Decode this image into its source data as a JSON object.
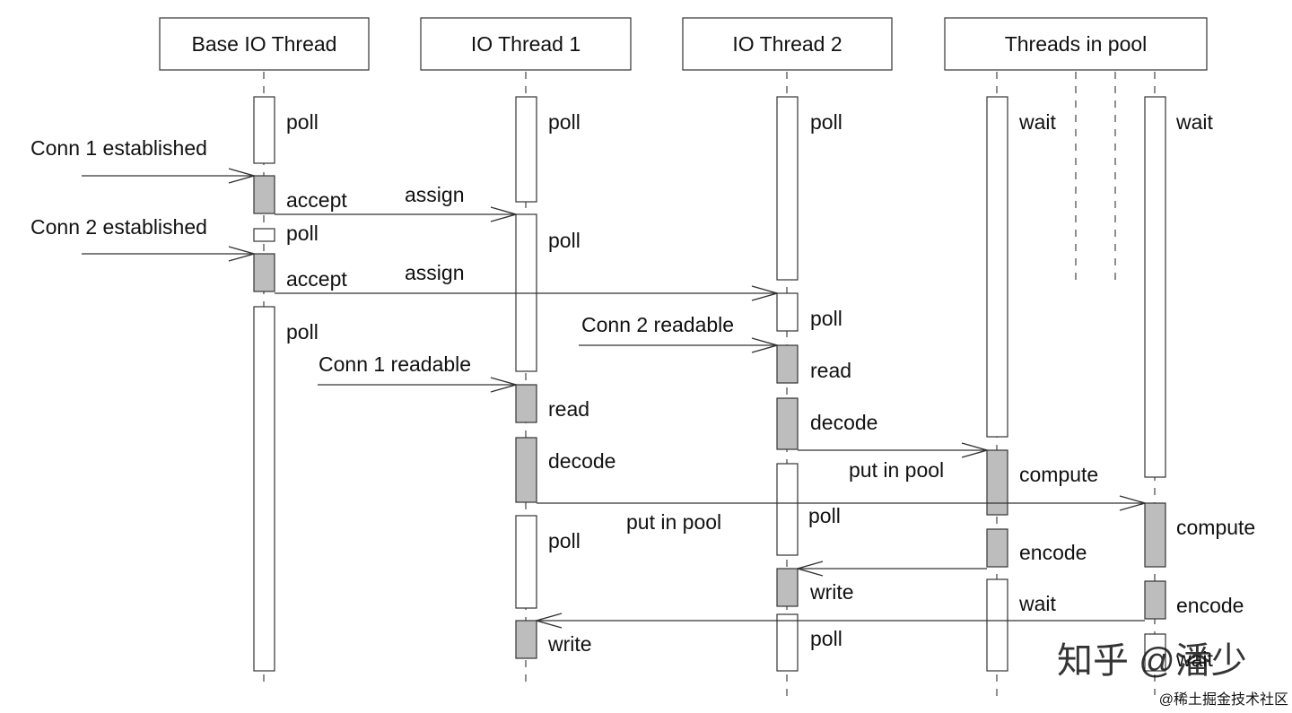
{
  "colors": {
    "line": "#333333",
    "active_fill": "#bdbdbd",
    "idle_fill": "#ffffff",
    "text": "#111111",
    "watermark": "#cfcfcf"
  },
  "headers": {
    "base_io_thread": "Base IO Thread",
    "io_thread_1": "IO Thread 1",
    "io_thread_2": "IO Thread 2",
    "threads_in_pool": "Threads in pool"
  },
  "labels": {
    "base_poll_1": "poll",
    "base_accept_1": "accept",
    "base_poll_2": "poll",
    "base_accept_2": "accept",
    "base_poll_3": "poll",
    "t1_poll_1": "poll",
    "t1_poll_2": "poll",
    "t1_read": "read",
    "t1_decode": "decode",
    "t1_poll_3": "poll",
    "t1_write": "write",
    "t2_poll_1": "poll",
    "t2_poll_2": "poll",
    "t2_read": "read",
    "t2_decode": "decode",
    "t2_poll_3": "poll",
    "t2_write": "write",
    "t2_poll_4": "poll",
    "p1_wait_1": "wait",
    "p1_compute": "compute",
    "p1_encode": "encode",
    "p1_wait_2": "wait",
    "p2_wait_1": "wait",
    "p2_compute": "compute",
    "p2_encode": "encode",
    "p2_wait_2": "wait"
  },
  "messages": {
    "conn1_established": "Conn 1 established",
    "conn2_established": "Conn 2 established",
    "assign_1": "assign",
    "assign_2": "assign",
    "conn2_readable": "Conn 2 readable",
    "conn1_readable": "Conn 1 readable",
    "put_in_pool_1": "put in pool",
    "put_in_pool_2": "put in pool"
  },
  "watermarks": {
    "zhihu": "知乎 @潘少",
    "juejin": "@稀土掘金技术社区"
  }
}
